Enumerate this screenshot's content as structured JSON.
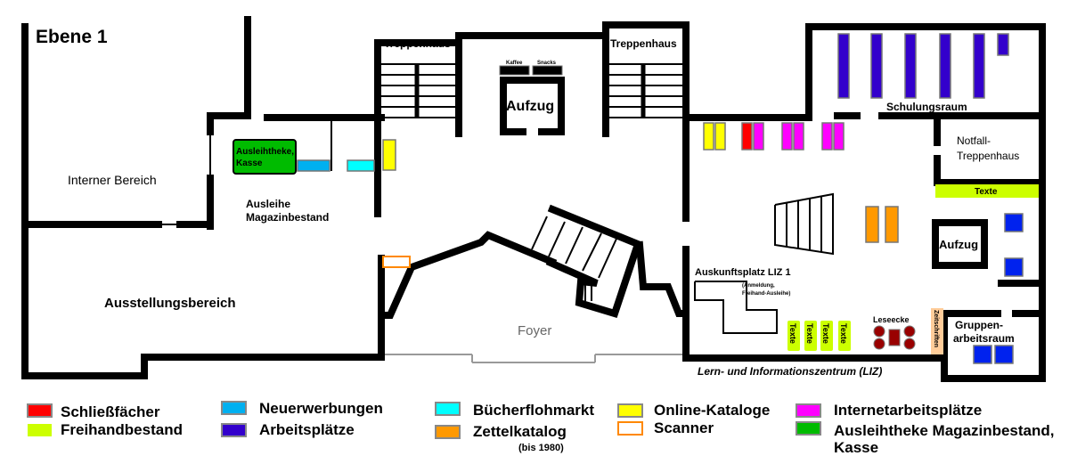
{
  "title": "Ebene 1",
  "rooms": {
    "internal": "Interner Bereich",
    "exhibition": "Ausstellungsbereich",
    "lending_1": "Ausleihe",
    "lending_2": "Magazinbestand",
    "counter_1": "Ausleihtheke,",
    "counter_2": "Kasse",
    "stairs_left": "Treppenhaus",
    "stairs_right": "Treppenhaus",
    "coffee": "Kaffee",
    "snacks": "Snacks",
    "elevator_center": "Aufzug",
    "foyer": "Foyer",
    "training": "Schulungsraum",
    "emergency_1": "Notfall-",
    "emergency_2": "Treppenhaus",
    "texts_bar": "Texte",
    "elevator_right": "Aufzug",
    "info_desk": "Auskunftsplatz LIZ 1",
    "info_sub_1": "(Anmeldung,",
    "info_sub_2": "Freihand-Ausleihe)",
    "shelf_texts": [
      "Texte",
      "Texte",
      "Texte",
      "Texte"
    ],
    "reading_corner": "Leseecke",
    "journals": "Zeitschriften",
    "group_1": "Gruppen-",
    "group_2": "arbeitsraum",
    "liz": "Lern- und Informationszentrum (LIZ)"
  },
  "legend": [
    {
      "label": "Schließfächer",
      "color": "#ff0000"
    },
    {
      "label": "Freihandbestand",
      "color": "#ccff00"
    },
    {
      "label": "Neuerwerbungen",
      "color": "#00b0f0"
    },
    {
      "label": "Arbeitsplätze",
      "color": "#3300cc"
    },
    {
      "label": "Bücherflohmarkt",
      "color": "#00ffff"
    },
    {
      "label": "Zettelkatalog",
      "sub": "(bis 1980)",
      "color": "#ff9900"
    },
    {
      "label": "Online-Kataloge",
      "color": "#ffff00"
    },
    {
      "label": "Scanner",
      "color": "#ffffff"
    },
    {
      "label": "Internetarbeitsplätze",
      "color": "#ff00ff"
    },
    {
      "label": "Ausleihtheke Magazinbestand,",
      "label2": "Kasse",
      "color": "#00bb00"
    }
  ]
}
